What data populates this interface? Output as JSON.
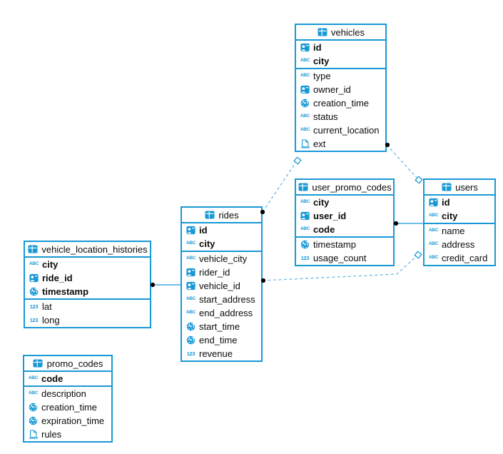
{
  "diagram": {
    "colors": {
      "accent": "#1899d6",
      "dashed_line": "#6cbbe7",
      "endpoint_dot": "#000000",
      "background": "#ffffff"
    },
    "tables": [
      {
        "name": "vehicles",
        "icon": "table-icon",
        "key_fields": [
          {
            "name": "id",
            "icon": "id-icon"
          },
          {
            "name": "city",
            "icon": "text-abc-icon"
          }
        ],
        "fields": [
          {
            "name": "type",
            "icon": "text-abc-icon"
          },
          {
            "name": "owner_id",
            "icon": "id-icon"
          },
          {
            "name": "creation_time",
            "icon": "datetime-icon"
          },
          {
            "name": "status",
            "icon": "text-abc-icon"
          },
          {
            "name": "current_location",
            "icon": "text-abc-icon"
          },
          {
            "name": "ext",
            "icon": "json-icon"
          }
        ]
      },
      {
        "name": "user_promo_codes",
        "icon": "table-icon",
        "key_fields": [
          {
            "name": "city",
            "icon": "text-abc-icon"
          },
          {
            "name": "user_id",
            "icon": "id-icon"
          },
          {
            "name": "code",
            "icon": "text-abc-icon"
          }
        ],
        "fields": [
          {
            "name": "timestamp",
            "icon": "datetime-icon"
          },
          {
            "name": "usage_count",
            "icon": "number-123-icon"
          }
        ]
      },
      {
        "name": "users",
        "icon": "table-icon",
        "key_fields": [
          {
            "name": "id",
            "icon": "id-icon"
          },
          {
            "name": "city",
            "icon": "text-abc-icon"
          }
        ],
        "fields": [
          {
            "name": "name",
            "icon": "text-abc-icon"
          },
          {
            "name": "address",
            "icon": "text-abc-icon"
          },
          {
            "name": "credit_card",
            "icon": "text-abc-icon"
          }
        ]
      },
      {
        "name": "rides",
        "icon": "table-icon",
        "key_fields": [
          {
            "name": "id",
            "icon": "id-icon"
          },
          {
            "name": "city",
            "icon": "text-abc-icon"
          }
        ],
        "fields": [
          {
            "name": "vehicle_city",
            "icon": "text-abc-icon"
          },
          {
            "name": "rider_id",
            "icon": "id-icon"
          },
          {
            "name": "vehicle_id",
            "icon": "id-icon"
          },
          {
            "name": "start_address",
            "icon": "text-abc-icon"
          },
          {
            "name": "end_address",
            "icon": "text-abc-icon"
          },
          {
            "name": "start_time",
            "icon": "datetime-icon"
          },
          {
            "name": "end_time",
            "icon": "datetime-icon"
          },
          {
            "name": "revenue",
            "icon": "number-123-icon"
          }
        ]
      },
      {
        "name": "vehicle_location_histories",
        "icon": "table-icon",
        "key_fields": [
          {
            "name": "city",
            "icon": "text-abc-icon"
          },
          {
            "name": "ride_id",
            "icon": "id-icon"
          },
          {
            "name": "timestamp",
            "icon": "datetime-icon"
          }
        ],
        "fields": [
          {
            "name": "lat",
            "icon": "number-123-icon"
          },
          {
            "name": "long",
            "icon": "number-123-icon"
          }
        ]
      },
      {
        "name": "promo_codes",
        "icon": "table-icon",
        "key_fields": [
          {
            "name": "code",
            "icon": "text-abc-icon"
          }
        ],
        "fields": [
          {
            "name": "description",
            "icon": "text-abc-icon"
          },
          {
            "name": "creation_time",
            "icon": "datetime-icon"
          },
          {
            "name": "expiration_time",
            "icon": "datetime-icon"
          },
          {
            "name": "rules",
            "icon": "json-icon"
          }
        ]
      }
    ],
    "relations": [
      {
        "from": "vehicle_location_histories",
        "to": "rides",
        "line": "solid"
      },
      {
        "from": "user_promo_codes",
        "to": "users",
        "line": "solid"
      },
      {
        "from": "rides",
        "to": "vehicles",
        "line": "dashed"
      },
      {
        "from": "vehicles",
        "to": "users",
        "line": "dashed"
      },
      {
        "from": "rides",
        "to": "users",
        "line": "dashed"
      }
    ]
  }
}
